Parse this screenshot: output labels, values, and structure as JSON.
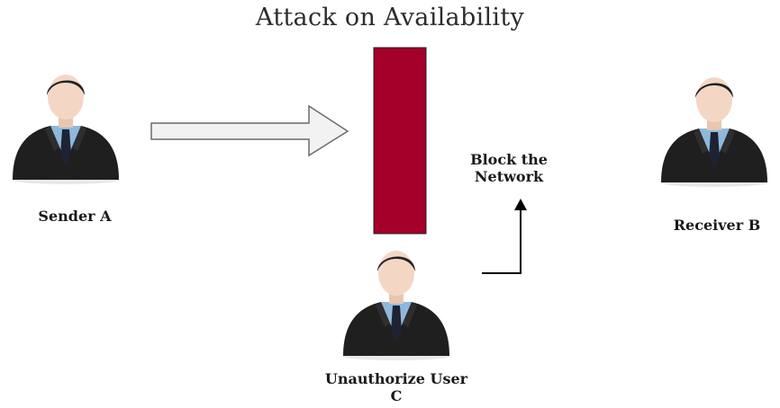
{
  "title": "Attack on Availability",
  "actors": {
    "sender": {
      "label": "Sender A",
      "icon": "businessman-icon"
    },
    "receiver": {
      "label": "Receiver B",
      "icon": "businessman-icon"
    },
    "attacker": {
      "label_line1": "Unauthorize User",
      "label_line2": "C",
      "icon": "businessman-icon"
    }
  },
  "annotation": {
    "line1": "Block the",
    "line2": "Network"
  },
  "colors": {
    "barrier": "#a4002a",
    "arrow_fill": "#f2f2f2",
    "arrow_stroke": "#6b6b6b",
    "suit": "#1f1f1f",
    "shirt": "#8fb8dc",
    "tie": "#1d2333",
    "skin": "#f3d7c4",
    "hair": "#222222"
  }
}
